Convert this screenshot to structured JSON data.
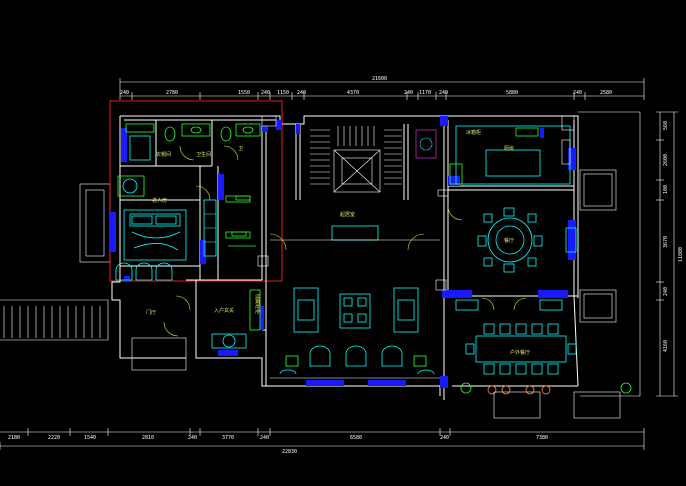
{
  "top_dims": {
    "overall": "21600",
    "segments": [
      "240",
      "2780",
      "1550",
      "240",
      "1150",
      "240",
      "4370",
      "240",
      "1170",
      "240",
      "5880",
      "240",
      "2580"
    ]
  },
  "bottom_dims": {
    "overall": "22830",
    "segments": [
      "2180",
      "2220",
      "1540",
      "2810",
      "240",
      "3770",
      "240",
      "6580",
      "240",
      "7380"
    ]
  },
  "right_dims": {
    "overall": "11800",
    "segments": [
      "560",
      "2600",
      "100",
      "3670",
      "240",
      "4160"
    ]
  },
  "rooms": {
    "cloakroom": "衣帽间",
    "washroom": "卫生间",
    "bath": "卫",
    "master_bed": "老人房",
    "kitchen": "厨房",
    "kitchen_note": "冰箱柜",
    "dining": "餐厅",
    "living": "起居室",
    "foyer": "门厅",
    "entry": "入户玄关",
    "shoe_cabinet": "储藏鞋柜",
    "family_dining": "户外餐厅"
  },
  "colors": {
    "background": "#000000",
    "walls": "#ffffff",
    "furniture": "#00ffff",
    "fixtures": "#22ff22",
    "columns": "#1a1aff",
    "highlight": "#ff2020",
    "text": "#e0e060"
  }
}
